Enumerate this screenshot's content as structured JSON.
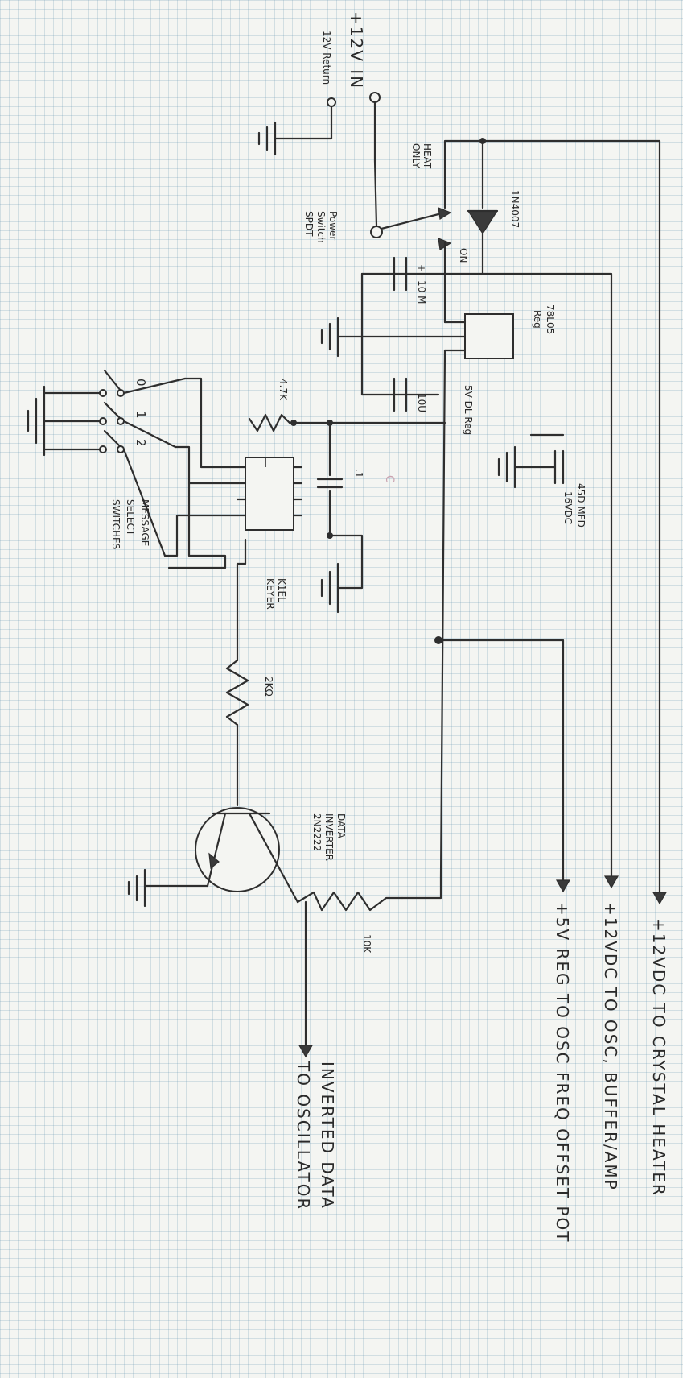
{
  "power": {
    "in_label": "+12V IN",
    "return_label": "12V Return",
    "switch_label": [
      "Power",
      "Switch",
      "SPDT"
    ],
    "heat_only_label": [
      "HEAT",
      "ONLY"
    ],
    "on_label": "ON"
  },
  "components": {
    "diode_label": "1N4007",
    "regulator_label": [
      "78L05",
      "Reg"
    ],
    "cap_in_label": "10 M",
    "cap_out_label": "10U",
    "reg_note": "5V DL Reg",
    "resistor_47k": "4.7K",
    "cap_1_label": ".1",
    "keyer_label": [
      "K1EL",
      "KEYER"
    ],
    "resistor_2k": "2KΩ",
    "transistor_label": [
      "DATA",
      "INVERTER",
      "2N2222"
    ],
    "resistor_10k": "10K",
    "bulk_cap_label": [
      "45D MFD",
      "16VDC"
    ],
    "switch_numbers": [
      "0",
      "1",
      "2"
    ],
    "message_select": [
      "MESSAGE",
      "SELECT",
      "SWITCHES"
    ],
    "faint_mark": "C"
  },
  "outputs": [
    "+12VDC TO CRYSTAL HEATER",
    "+12VDC TO OSC, BUFFER/AMP",
    "+5V REG TO OSC FREQ OFFSET POT"
  ],
  "inverted_data": [
    "INVERTED DATA",
    "TO OSCILLATOR"
  ]
}
